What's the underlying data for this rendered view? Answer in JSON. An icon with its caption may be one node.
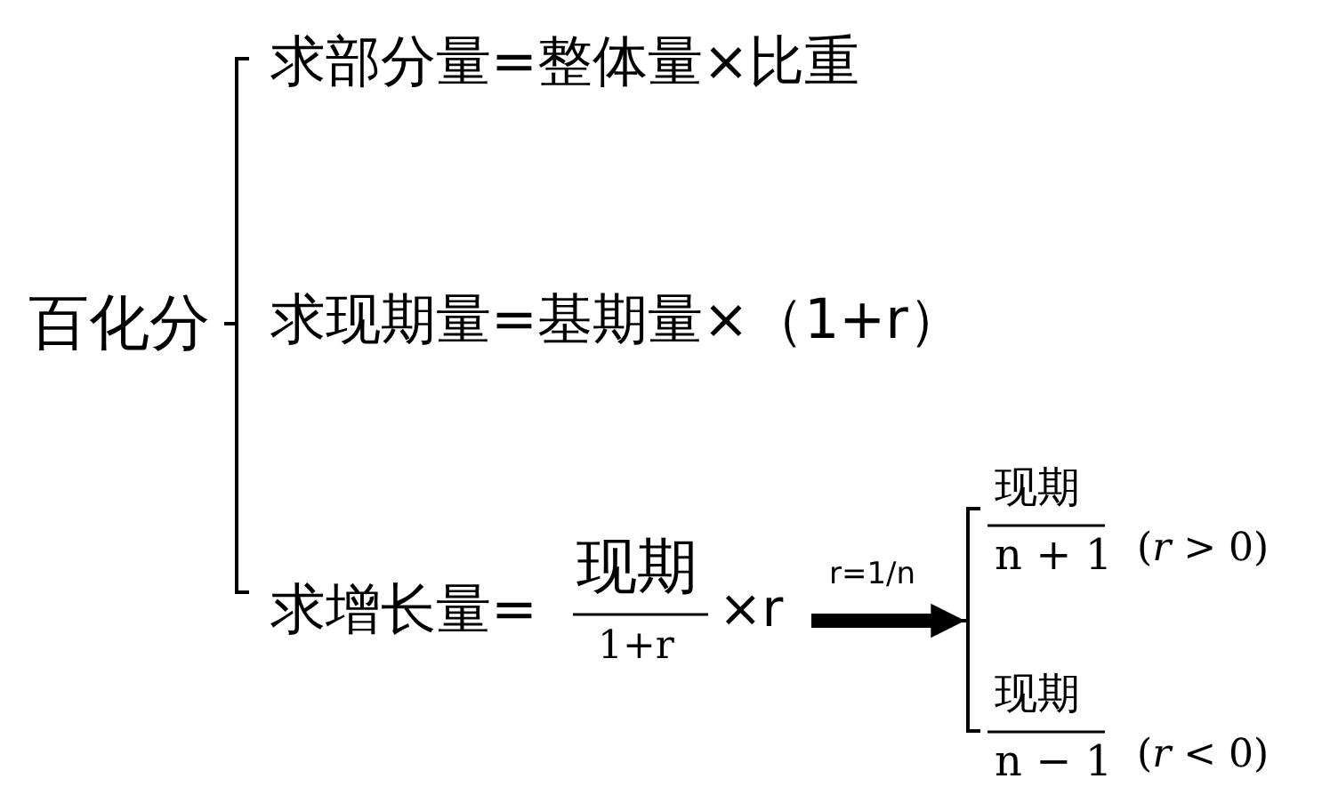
{
  "diagram": {
    "nodes": [
      {
        "text": [
          "百化分"
        ]
      },
      {
        "text": [
          "求部分量=整体量×比重"
        ]
      },
      {
        "text": [
          "求现期量=基期量×（1+r）"
        ]
      },
      {
        "text": [
          "求增长量=",
          "现期",
          "1+r",
          "×r"
        ]
      },
      {
        "text": [],
        "shape": "bracket"
      },
      {
        "text": [
          "现期",
          "n + 1"
        ],
        "beside": [
          "(*r* > 0)"
        ]
      },
      {
        "text": [
          "现期",
          "n − 1"
        ],
        "beside": [
          "(*r* < 0)"
        ]
      }
    ],
    "edges": [
      {
        "from": 3,
        "to": 4,
        "arrow": "to",
        "label": "r=1/n"
      }
    ]
  }
}
